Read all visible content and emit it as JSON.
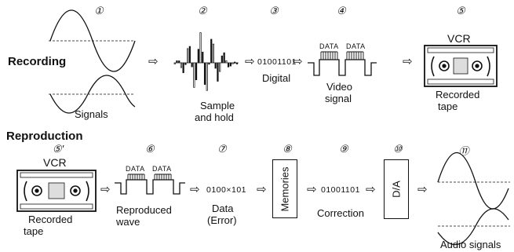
{
  "sections": {
    "recording": "Recording",
    "reproduction": "Reproduction"
  },
  "steps": {
    "s1": {
      "num": "①",
      "caption": "Signals"
    },
    "s2": {
      "num": "②",
      "caption_line1": "Sample",
      "caption_line2": "and hold"
    },
    "s3": {
      "num": "③",
      "bits": "01001101",
      "caption": "Digital"
    },
    "s4": {
      "num": "④",
      "data_label_a": "DATA",
      "data_label_b": "DATA",
      "caption_line1": "Video",
      "caption_line2": "signal"
    },
    "s5": {
      "num": "⑤",
      "device": "VCR",
      "caption_line1": "Recorded",
      "caption_line2": "tape"
    },
    "s5p": {
      "num": "⑤'",
      "device": "VCR",
      "caption_line1": "Recorded",
      "caption_line2": "tape"
    },
    "s6": {
      "num": "⑥",
      "data_label_a": "DATA",
      "data_label_b": "DATA",
      "caption_line1": "Reproduced",
      "caption_line2": "wave"
    },
    "s7": {
      "num": "⑦",
      "bits": "0100×101",
      "caption_line1": "Data",
      "caption_line2": "(Error)"
    },
    "s8": {
      "num": "⑧",
      "box_label": "Memories"
    },
    "s9": {
      "num": "⑨",
      "bits": "01001101",
      "caption": "Correction"
    },
    "s10": {
      "num": "⑩",
      "box_label": "D/A"
    },
    "s11": {
      "num": "⑪",
      "caption": "Audio signals"
    }
  },
  "arrow_glyph": "⇨",
  "colors": {
    "ink": "#111111",
    "background": "#ffffff"
  }
}
